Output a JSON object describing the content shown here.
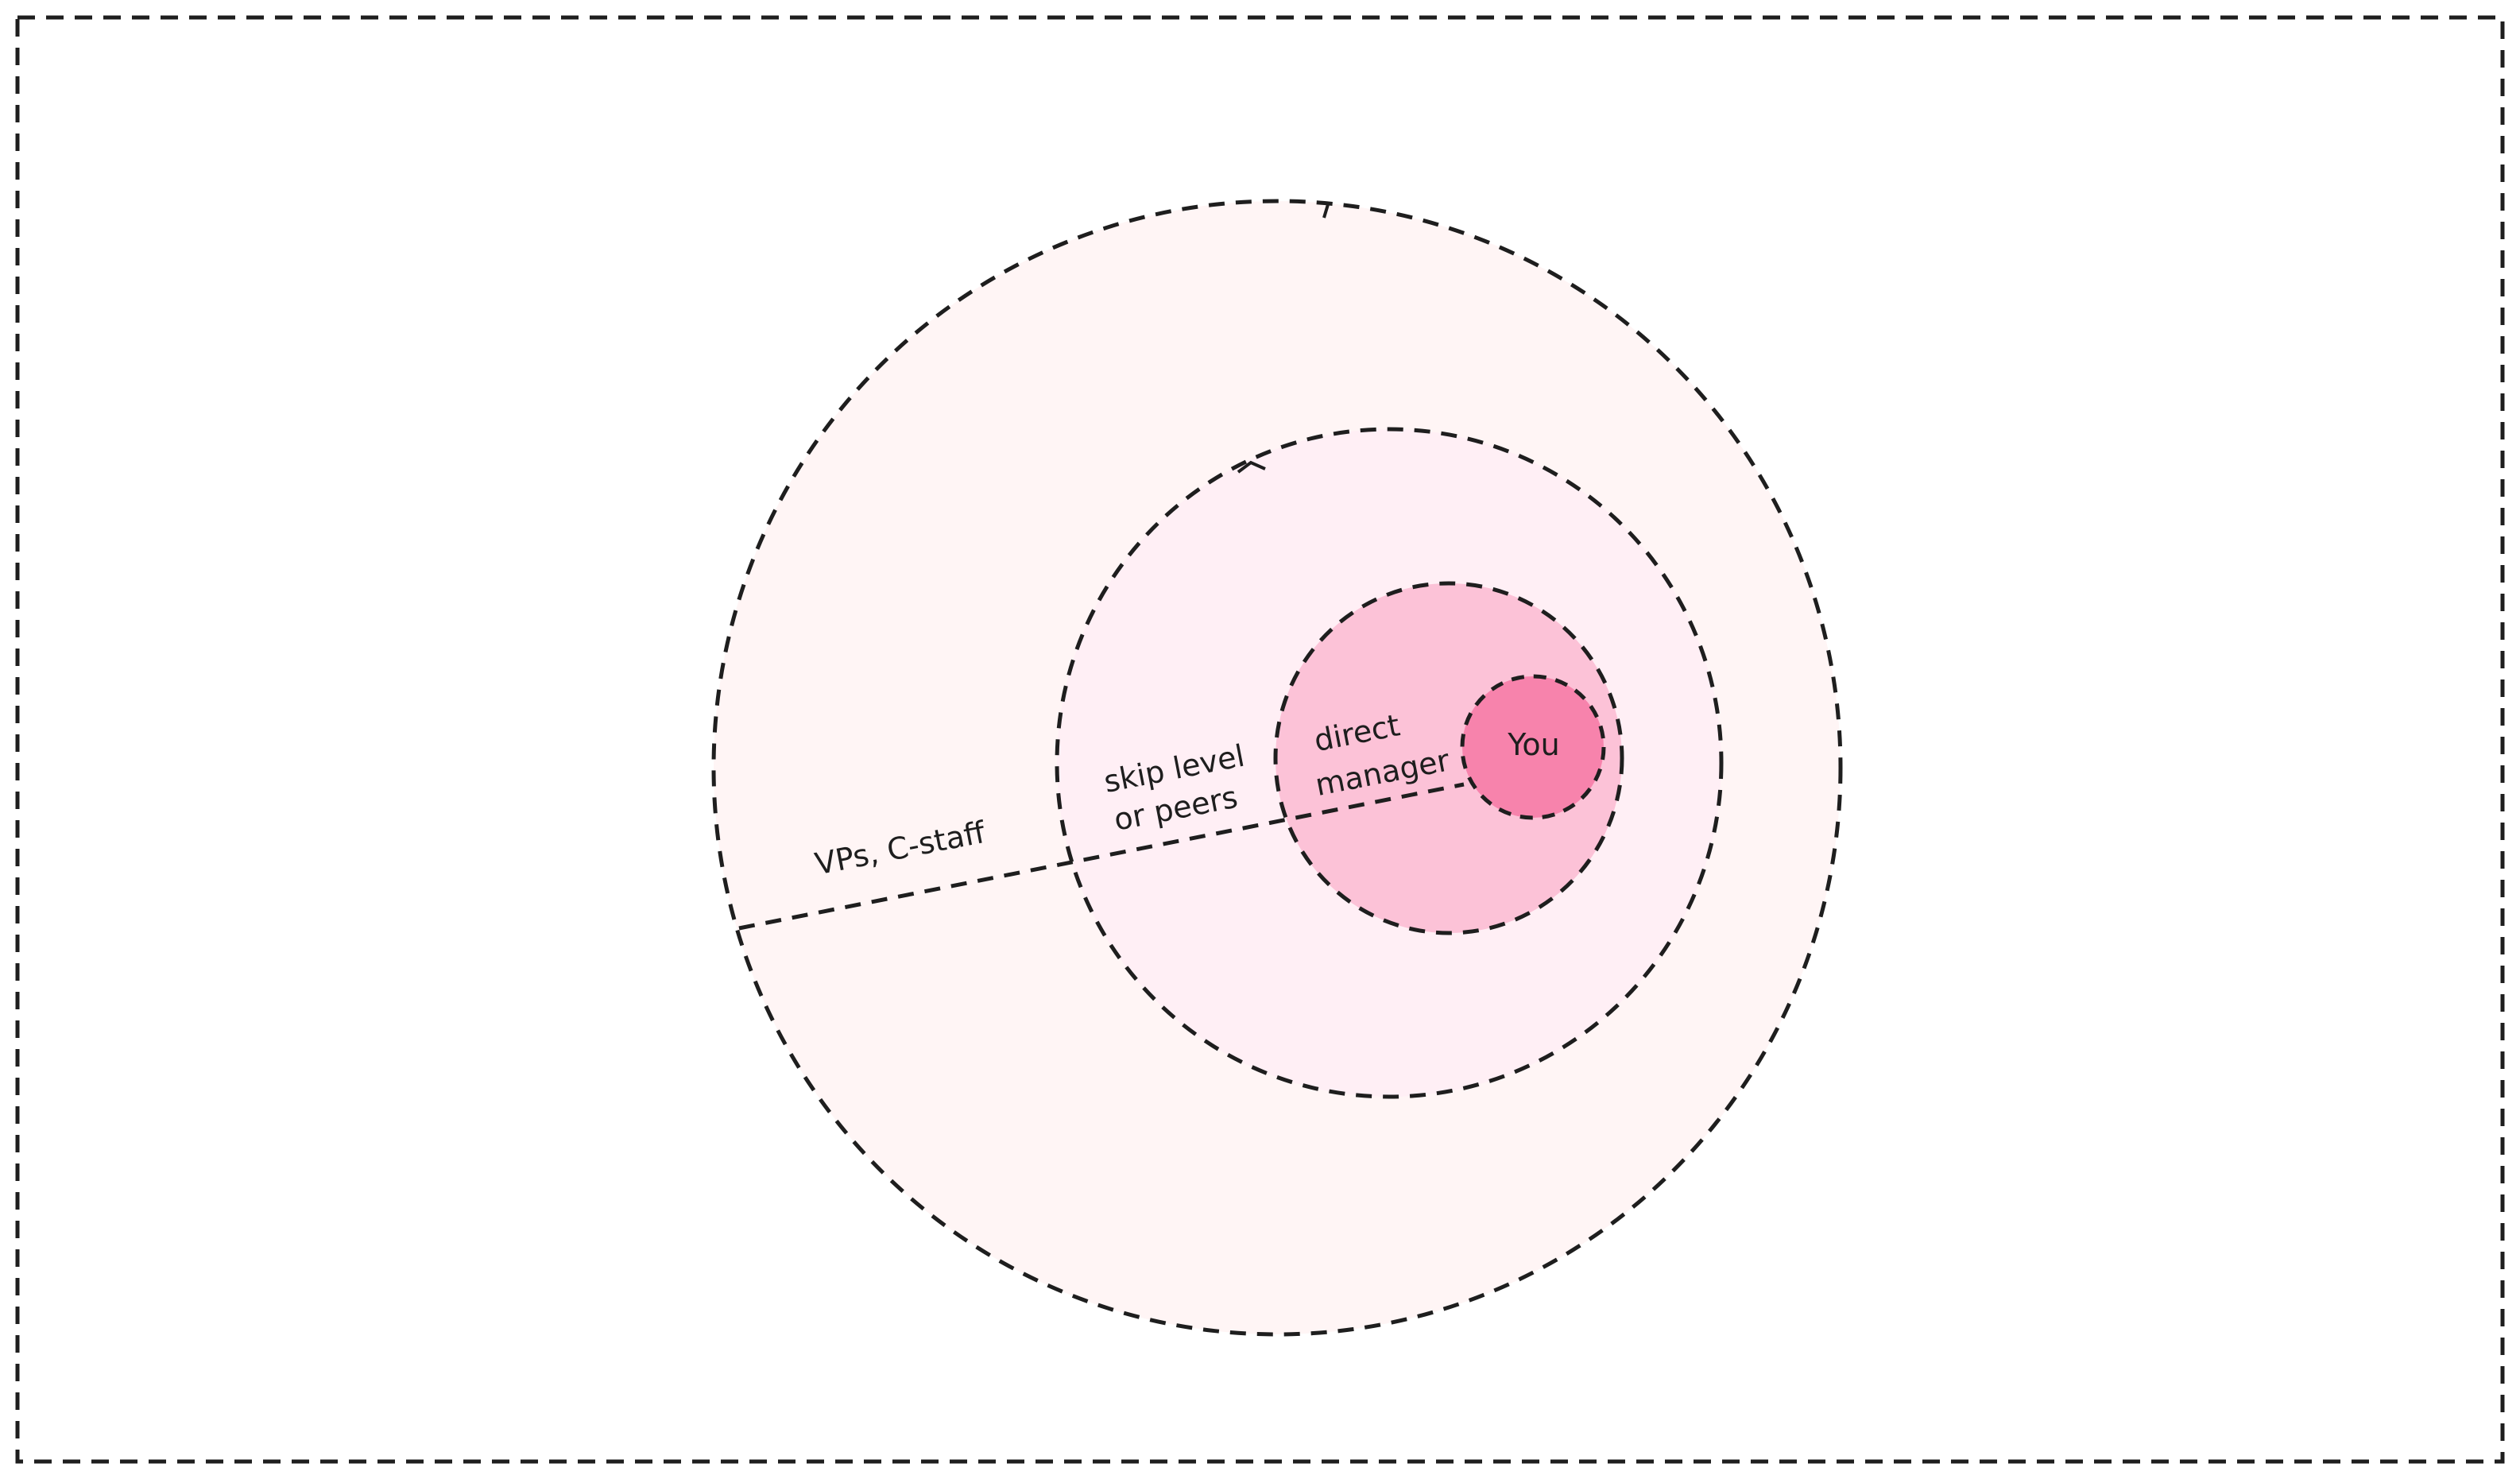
{
  "diagram": {
    "rings": [
      {
        "id": "outer",
        "label": "VPs, C-staff",
        "fill": "#fff5f5"
      },
      {
        "id": "middle",
        "label_line1": "skip level",
        "label_line2": "or peers",
        "fill": "#ffeff5"
      },
      {
        "id": "inner",
        "label_line1": "direct",
        "label_line2": "manager",
        "fill": "#fcc2d7"
      },
      {
        "id": "core",
        "label": "You",
        "fill": "#f783ac"
      }
    ],
    "stroke_color": "#1e1e1e",
    "background": "#ffffff"
  }
}
